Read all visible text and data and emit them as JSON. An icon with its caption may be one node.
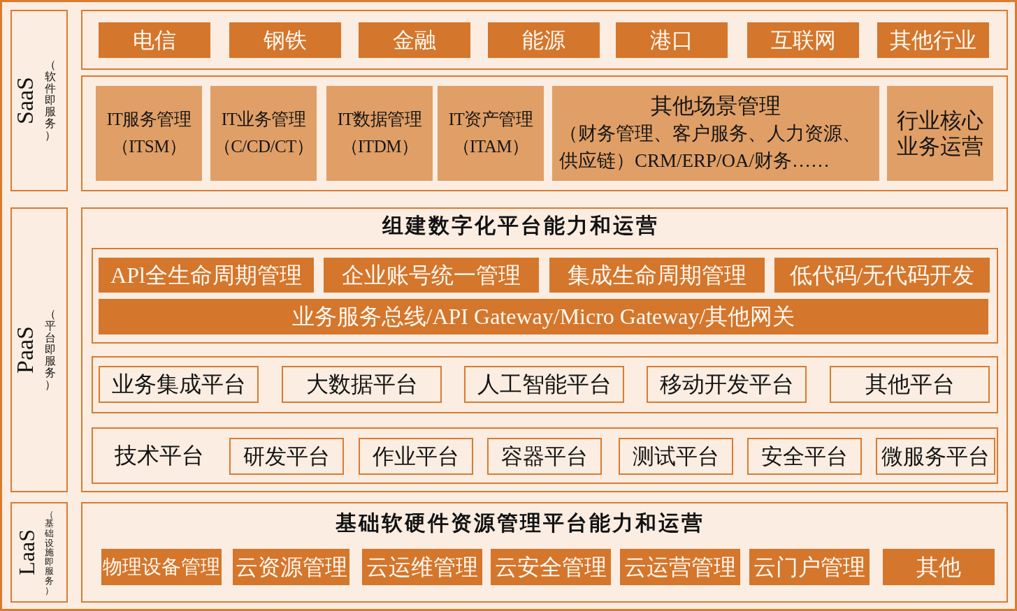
{
  "diagram": {
    "nodes": [
      {
        "text": [
          "SaaS",
          "（软件即服务）"
        ]
      },
      {
        "text": [],
        "shape": "box"
      },
      {
        "text": [
          "电信"
        ],
        "in": 1
      },
      {
        "text": [
          "钢铁"
        ],
        "in": 1
      },
      {
        "text": [
          "金融"
        ],
        "in": 1
      },
      {
        "text": [
          "能源"
        ],
        "in": 1
      },
      {
        "text": [
          "港口"
        ],
        "in": 1
      },
      {
        "text": [
          "互联网"
        ],
        "in": 1
      },
      {
        "text": [
          "其他行业"
        ],
        "in": 1
      },
      {
        "text": [],
        "shape": "box"
      },
      {
        "text": [
          "IT服务管理（ITSM）"
        ],
        "in": 9
      },
      {
        "text": [
          "IT业务管理（C/CD/CT）"
        ],
        "in": 9
      },
      {
        "text": [
          "IT数据管理（ITDM）"
        ],
        "in": 9
      },
      {
        "text": [
          "IT资产管理（ITAM）"
        ],
        "in": 9
      },
      {
        "text": [
          "其他场景管理",
          "（财务管理、客户服务、人力资源、供应链）CRM/ERP/OA/财务……"
        ],
        "in": 9
      },
      {
        "text": [
          "行业核心业务运营"
        ],
        "in": 9
      },
      {
        "text": [
          "PaaS",
          "（平台即服务）"
        ]
      },
      {
        "text": [
          "组建数字化平台能力和运营"
        ]
      },
      {
        "text": [],
        "shape": "box",
        "in": 17
      },
      {
        "text": [
          "APl全生命周期管理"
        ],
        "in": 18
      },
      {
        "text": [
          "企业账号统一管理"
        ],
        "in": 18
      },
      {
        "text": [
          "集成生命周期管理"
        ],
        "in": 18
      },
      {
        "text": [
          "低代码/无代码开发"
        ],
        "in": 18
      },
      {
        "text": [
          "业务服务总线/API Gateway/Micro Gateway/其他网关"
        ],
        "in": 18
      },
      {
        "text": [],
        "shape": "box",
        "in": 17
      },
      {
        "text": [
          "业务集成平台"
        ],
        "in": 24
      },
      {
        "text": [
          "大数据平台"
        ],
        "in": 24
      },
      {
        "text": [
          "人工智能平台"
        ],
        "in": 24
      },
      {
        "text": [
          "移动开发平台"
        ],
        "in": 24
      },
      {
        "text": [
          "其他平台"
        ],
        "in": 24
      },
      {
        "text": [
          "技术平台"
        ],
        "in": 17
      },
      {
        "text": [
          "研发平台"
        ],
        "in": 30
      },
      {
        "text": [
          "作业平台"
        ],
        "in": 30
      },
      {
        "text": [
          "容器平台"
        ],
        "in": 30
      },
      {
        "text": [
          "测试平台"
        ],
        "in": 30
      },
      {
        "text": [
          "安全平台"
        ],
        "in": 30
      },
      {
        "text": [
          "微服务平台"
        ],
        "in": 30
      },
      {
        "text": [
          "LaaS",
          "（基础设施即服务）"
        ]
      },
      {
        "text": [
          "基础软硬件资源管理平台能力和运营"
        ]
      },
      {
        "text": [
          "物理设备管理"
        ],
        "in": 38
      },
      {
        "text": [
          "云资源管理"
        ],
        "in": 38
      },
      {
        "text": [
          "云运维管理"
        ],
        "in": 38
      },
      {
        "text": [
          "云安全管理"
        ],
        "in": 38
      },
      {
        "text": [
          "云运营管理"
        ],
        "in": 38
      },
      {
        "text": [
          "云门户管理"
        ],
        "in": 38
      },
      {
        "text": [
          "其他"
        ],
        "in": 38
      }
    ]
  }
}
